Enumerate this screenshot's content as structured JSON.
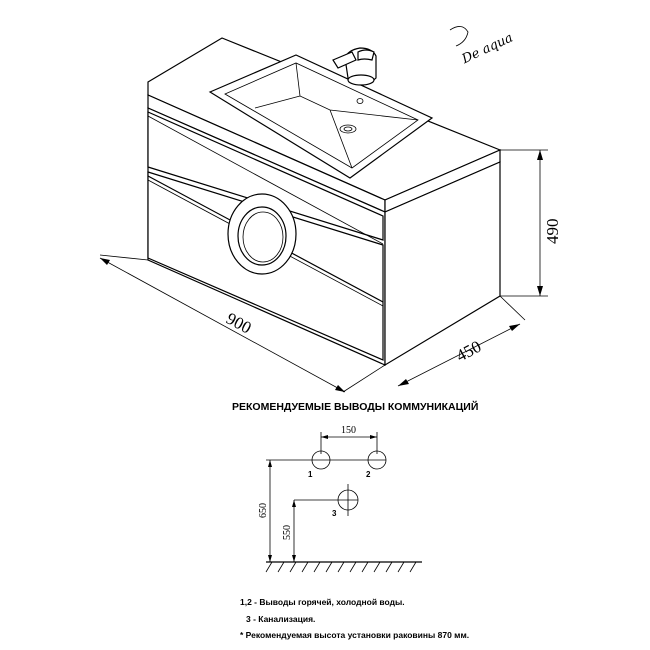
{
  "brand": {
    "logo_text": "De aqua"
  },
  "dimensions": {
    "width": "900",
    "depth": "450",
    "height": "490"
  },
  "plumbing": {
    "title": "РЕКОМЕНДУЕМЫЕ ВЫВОДЫ КОММУНИКАЦИЙ",
    "spacing": "150",
    "height_total": "650",
    "height_drain": "550",
    "outlet_1_label": "1",
    "outlet_2_label": "2",
    "outlet_3_label": "3"
  },
  "notes": {
    "note1": "1,2 - Выводы горячей, холодной воды.",
    "note2": "3 - Канализация.",
    "note3": "* Рекомендуемая высота установки раковины 870 мм."
  }
}
